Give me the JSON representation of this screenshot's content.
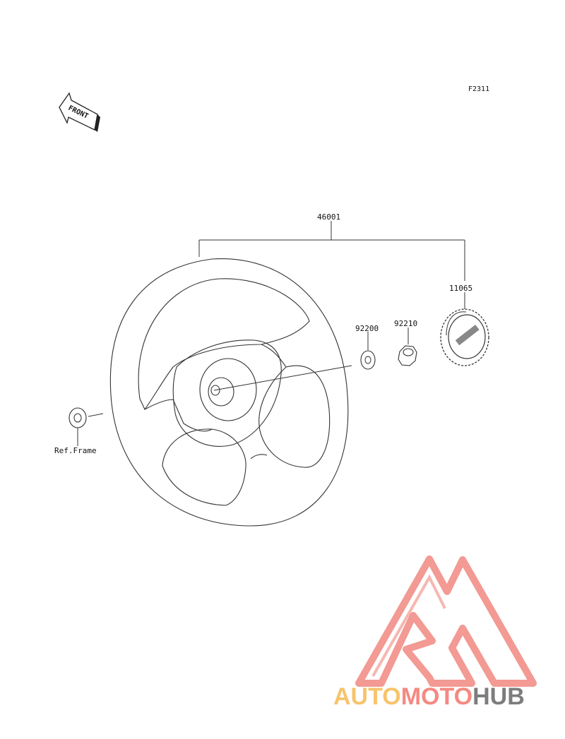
{
  "figure_code": "F2311",
  "front_indicator": "FRONT",
  "parts": {
    "assembly": "46001",
    "cap": "11065",
    "washer": "92200",
    "nut": "92210",
    "reference": "Ref.Frame"
  },
  "watermark": {
    "part1": "AUTO",
    "part2": "MOTO",
    "part3": "HUB",
    "colors": {
      "auto": "#f7c46c",
      "moto": "#f48a82",
      "hub": "#7d7d7d",
      "logo": "#f29a93"
    }
  }
}
